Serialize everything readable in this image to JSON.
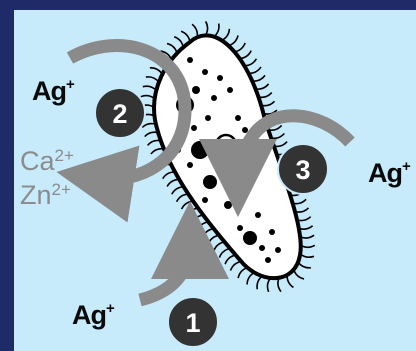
{
  "colors": {
    "page_background": "#1f2a68",
    "panel_background": "#c7ebfb",
    "arrow": "#8a8a8a",
    "badge_fill": "#333333",
    "badge_text": "#ffffff",
    "label_dark": "#0a0a0a",
    "label_gray": "#8c8c8c",
    "cell_fill": "#ffffff",
    "cell_outline": "#000000"
  },
  "labels": {
    "ion_left_top": "Ag",
    "ion_left_top_sup": "+",
    "ion_right": "Ag",
    "ion_right_sup": "+",
    "ion_bottom": "Ag",
    "ion_bottom_sup": "+",
    "released_ca": "Ca",
    "released_ca_sup": "2+",
    "released_zn": "Zn",
    "released_zn_sup": "2+"
  },
  "steps": [
    {
      "number": "1"
    },
    {
      "number": "2"
    },
    {
      "number": "3"
    }
  ],
  "icons": {
    "cell": "paramecium-cell-icon",
    "arrow": "curved-arrow-icon"
  }
}
